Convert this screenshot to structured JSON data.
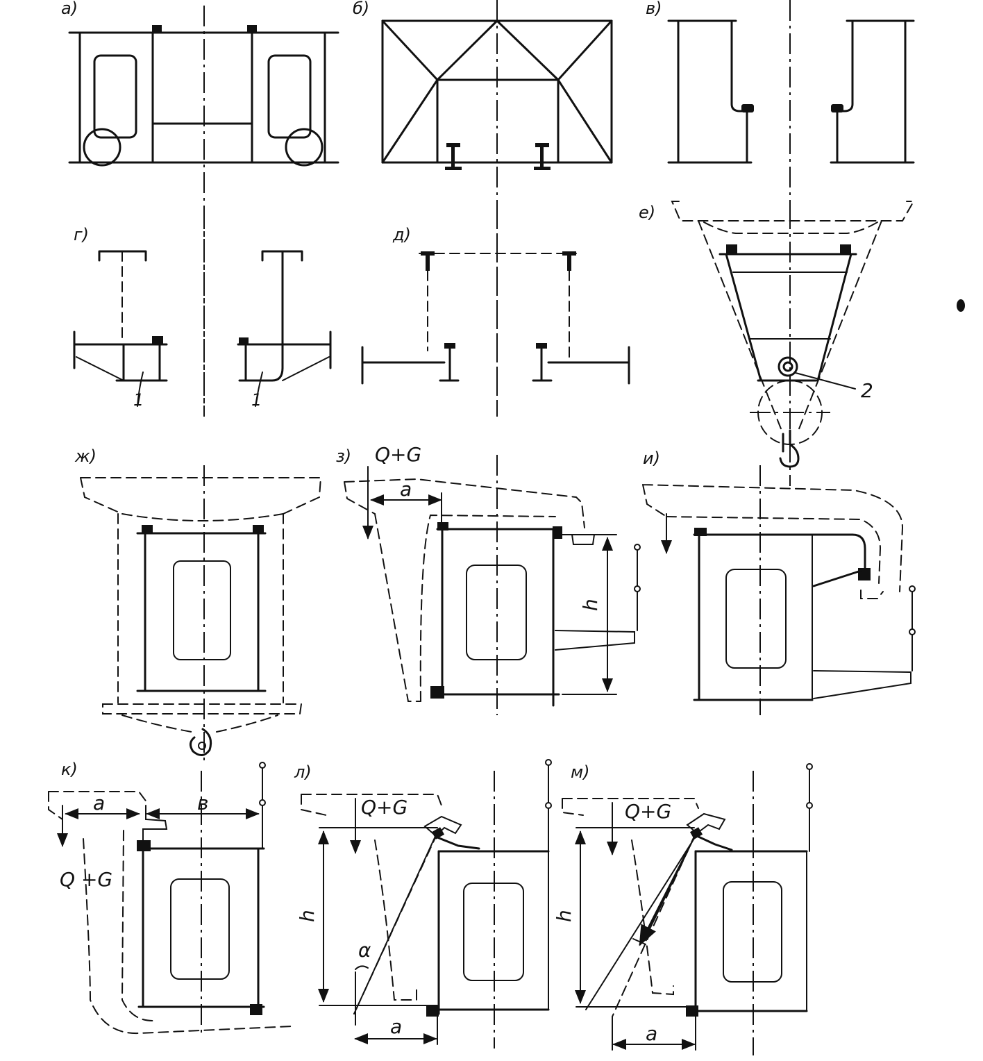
{
  "figure": {
    "panels": {
      "a": {
        "label": "а)"
      },
      "b": {
        "label": "б)"
      },
      "v": {
        "label": "в)"
      },
      "g": {
        "label": "г)",
        "part_labels": [
          "1",
          "1"
        ]
      },
      "d": {
        "label": "д)"
      },
      "e": {
        "label": "е)",
        "callout": "2"
      },
      "zh": {
        "label": "ж)"
      },
      "z": {
        "label": "з)",
        "load": "Q+G",
        "dim_a": "a",
        "dim_h": "h"
      },
      "i": {
        "label": "и)"
      },
      "k": {
        "label": "к)",
        "load": "Q +G",
        "dim_a": "a",
        "dim_b": "в"
      },
      "l": {
        "label": "л)",
        "load": "Q+G",
        "dim_h": "h",
        "angle": "α",
        "dim_a": "a"
      },
      "m": {
        "label": "м)",
        "load": "Q+G",
        "dim_h": "h",
        "dim_a": "a"
      }
    }
  }
}
